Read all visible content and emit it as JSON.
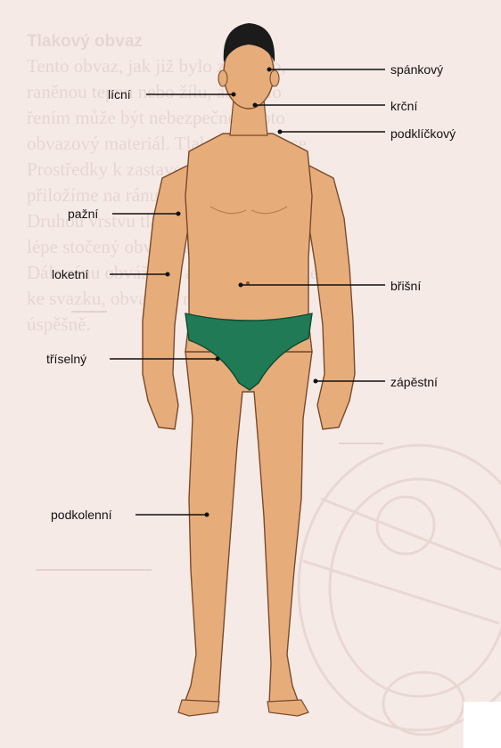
{
  "background_text": {
    "title": "Tlakový obvaz",
    "lines": [
      "Tento obvaz, jak již bylo zmíněno,",
      "raněnou tepnu nebo žílu, aby bylo",
      "řením může být nebezpečné, proto",
      "obvazový materiál. Tlakový obvaz se",
      "Prostředky k zastavení krvácení",
      "přiložíme na ránu vhodné velikosti",
      "Druhou vrstvu tlakového obvazu je",
      "lépe stočený obvaz nebo jiný pevný",
      "Dále ránu obvážeme a obvaz ukotvíme",
      "ke svazku, obvazem nebo pevně",
      "úspěšně."
    ]
  },
  "labels": {
    "spankovy": "spánkový",
    "licni": "lícní",
    "krcni": "krční",
    "podklickovy": "podklíčkový",
    "pazni": "pažní",
    "loketni": "loketní",
    "brisni": "břišní",
    "triselny": "tříselný",
    "zapestni": "zápěstní",
    "podkolenni": "podkolenní"
  },
  "colors": {
    "skin": "#e6ad7b",
    "skin_shadow": "#c98a5a",
    "briefs": "#1f7a55",
    "hair": "#1b1b1b",
    "line": "#111111"
  }
}
